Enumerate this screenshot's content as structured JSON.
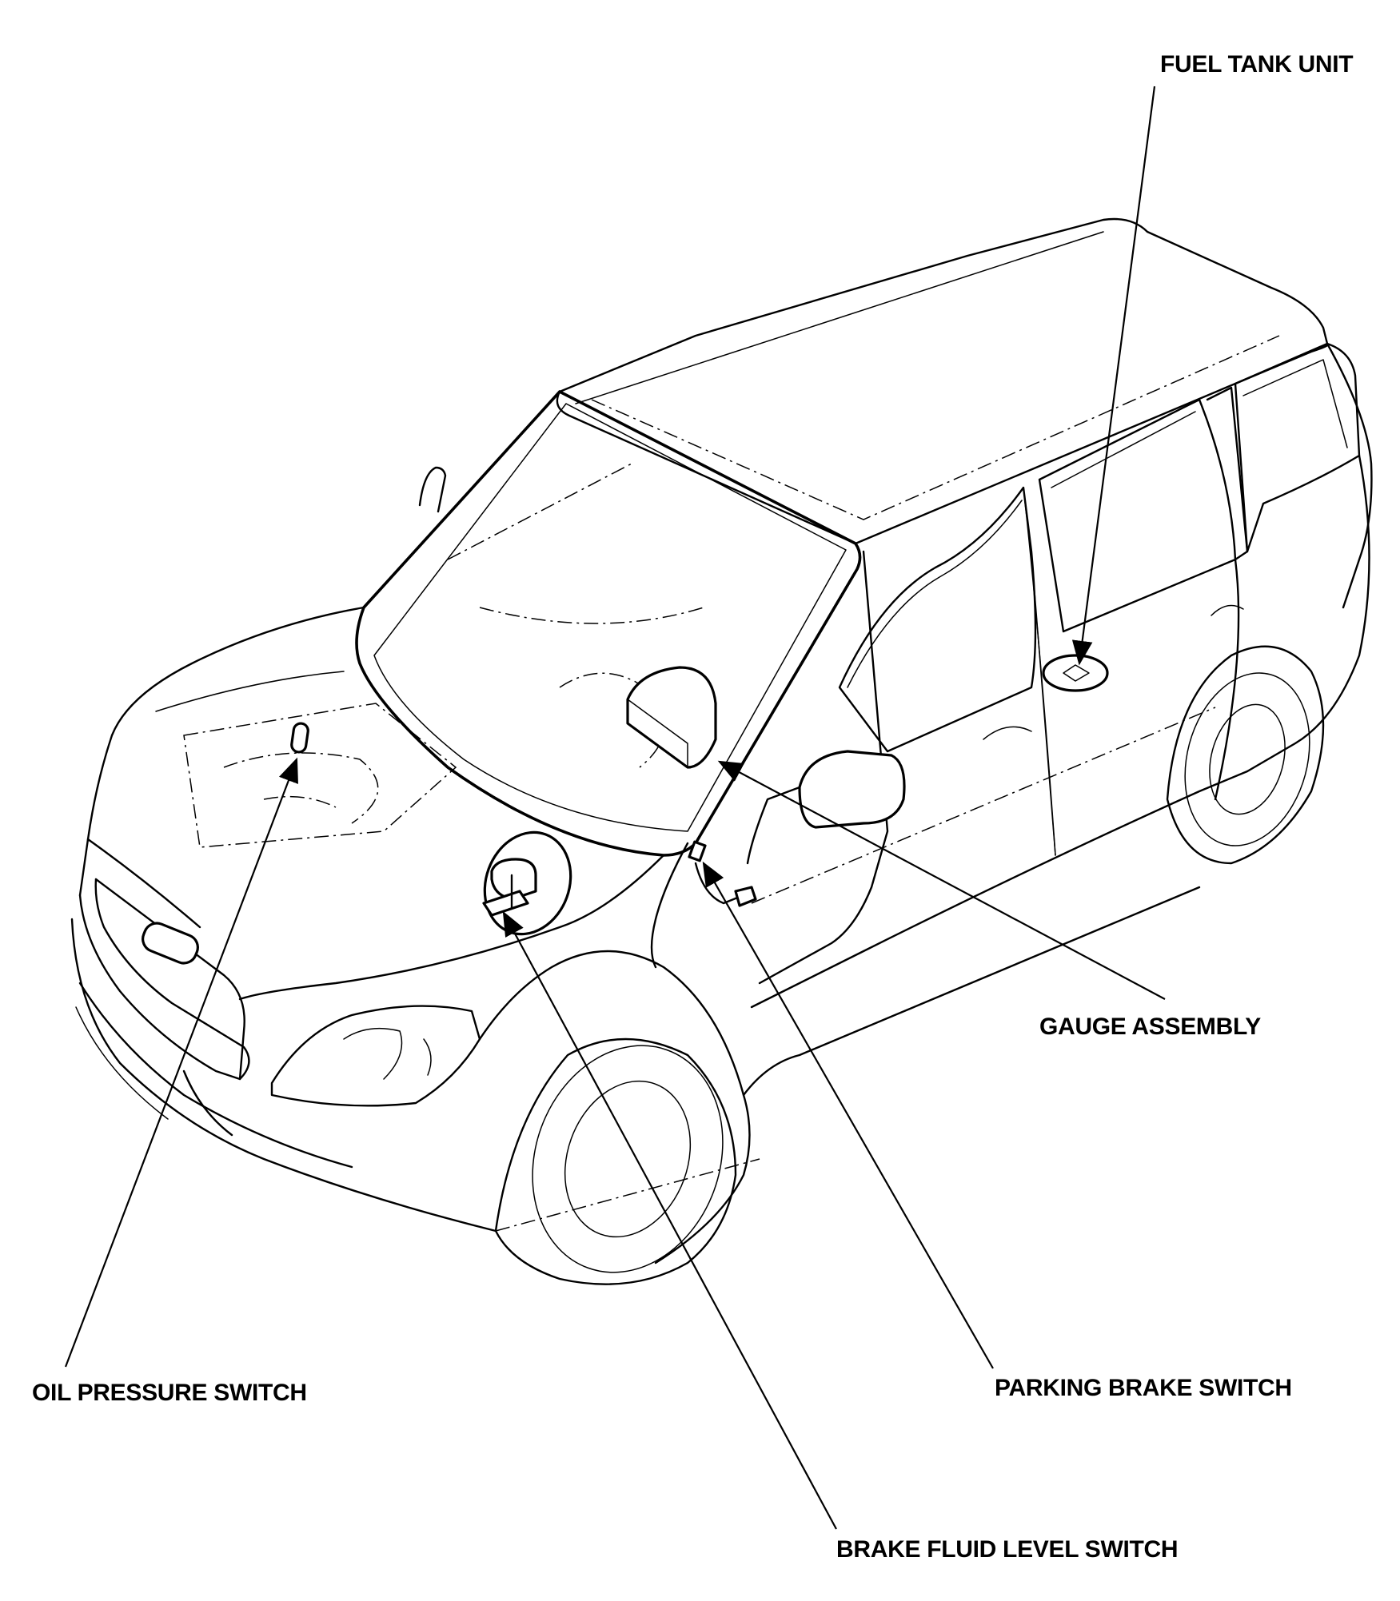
{
  "labels": {
    "fuel_tank_unit": "FUEL TANK UNIT",
    "gauge_assembly": "GAUGE ASSEMBLY",
    "oil_pressure_switch": "OIL PRESSURE SWITCH",
    "parking_brake_switch": "PARKING BRAKE SWITCH",
    "brake_fluid_level_switch": "BRAKE FLUID LEVEL SWITCH"
  }
}
